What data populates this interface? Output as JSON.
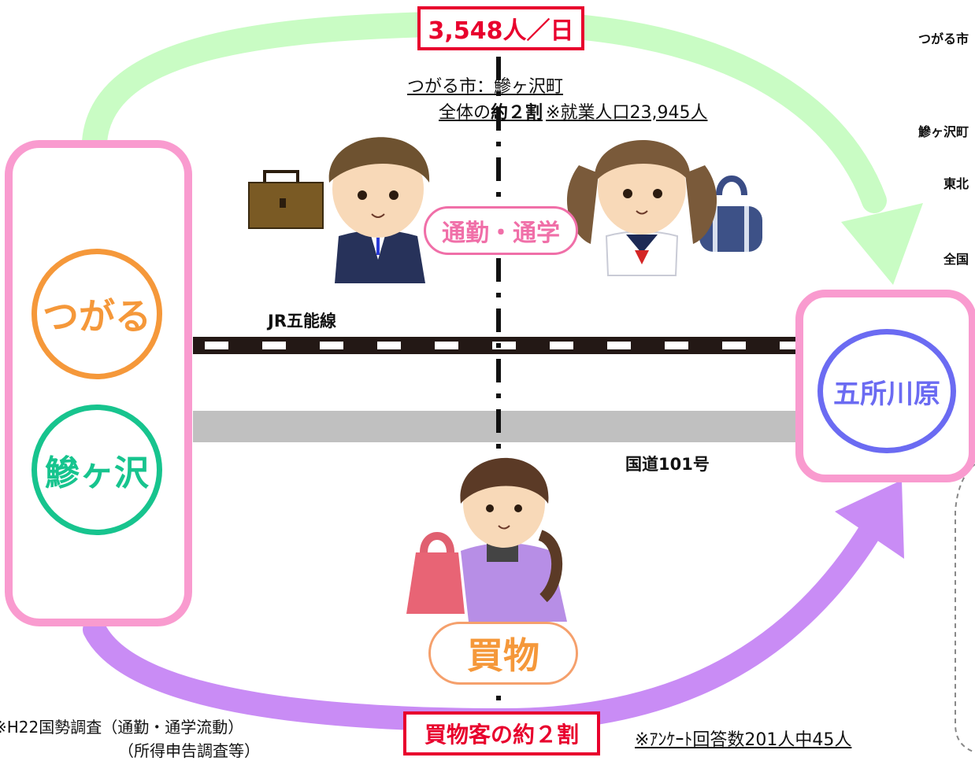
{
  "flow_top": {
    "count": "3,548人／日",
    "route": "つがる市：鰺ヶ沢町",
    "share_prefix": "全体の",
    "share_strong": "約２割",
    "share_note": "※就業人口23,945人"
  },
  "flow_mode_commute": "通勤・通学",
  "flow_mode_shopping": "買物",
  "shopping_share": "買物客の約２割",
  "origin_nodes": [
    "つがる",
    "鰺ヶ沢"
  ],
  "destination_node": "五所川原",
  "railway_label": "JR五能線",
  "road_label": "国道101号",
  "legend_items": [
    "つがる市",
    "鰺ヶ沢町",
    "東北",
    "全国"
  ],
  "source_note_1": "※H22国勢調査（通勤・通学流動）",
  "source_note_2": "（所得申告調査等）",
  "survey_note": "※ｱﾝｹｰﾄ回答数201人中45人",
  "colors": {
    "green_arrow": "#c9fcc4",
    "purple_arrow": "#c98cf5",
    "pink_box": "#f99bcf",
    "tsugaru": "#f5983a",
    "ajigasawa": "#17c48e",
    "goshogawara": "#6b6bf2",
    "accent_red": "#e8002d"
  }
}
